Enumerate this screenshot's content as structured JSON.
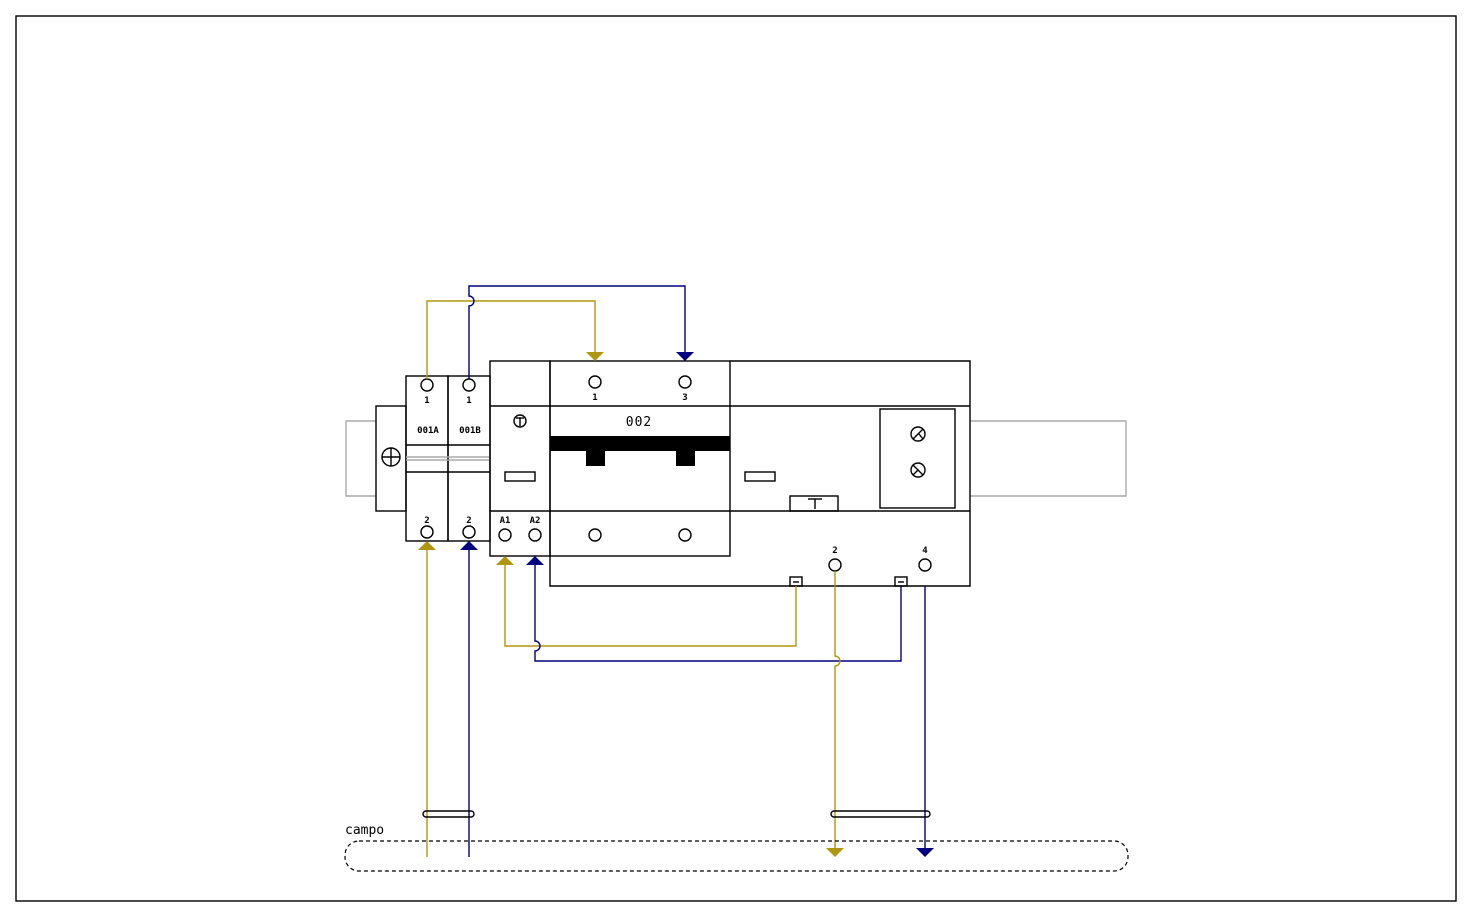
{
  "diagram": {
    "mcb_a": {
      "id": "001A",
      "top_terminal": "1",
      "bottom_terminal": "2"
    },
    "mcb_b": {
      "id": "001B",
      "top_terminal": "1",
      "bottom_terminal": "2"
    },
    "contactor": {
      "id": "002",
      "top_terminals": [
        "1",
        "3"
      ],
      "coil_terminals": [
        "A1",
        "A2"
      ]
    },
    "output_terminals": [
      "2",
      "4"
    ],
    "field_label": "campo",
    "colors": {
      "phase": "#b0960f",
      "neutral": "#000080",
      "rail": "#aaaaaa"
    },
    "icons": [
      "earth-icon",
      "test-button-icon",
      "lamp-icon",
      "lamp-icon"
    ]
  }
}
